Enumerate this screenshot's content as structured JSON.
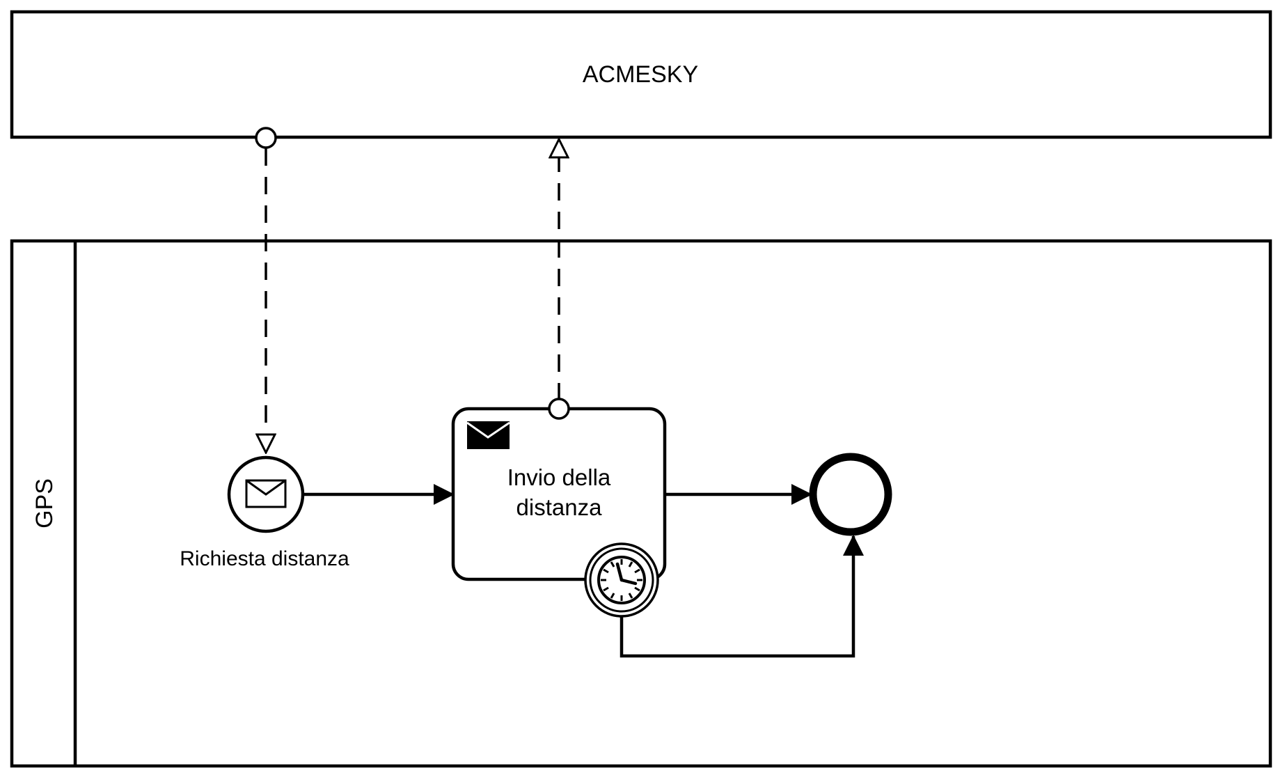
{
  "pools": {
    "acmesky": {
      "label": "ACMESKY"
    },
    "gps": {
      "label": "GPS"
    }
  },
  "events": {
    "start": {
      "label": "Richiesta distanza",
      "type": "message-start-event"
    },
    "end": {
      "type": "end-event"
    },
    "timer_boundary": {
      "type": "timer-boundary-event"
    }
  },
  "tasks": {
    "send_distance": {
      "label_line1": "Invio della",
      "label_line2": "distanza",
      "type": "send-task"
    }
  },
  "colors": {
    "stroke": "#000000",
    "background": "#ffffff"
  }
}
